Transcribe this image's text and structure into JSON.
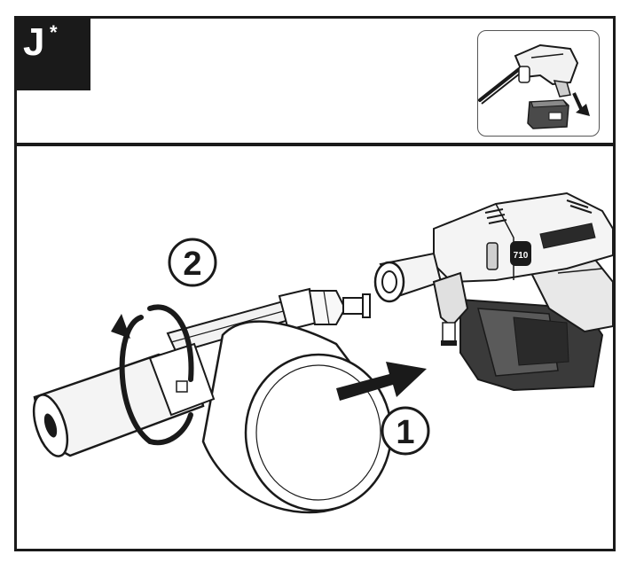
{
  "header": {
    "step_letter": "J",
    "step_mark": "*"
  },
  "main": {
    "callouts": [
      {
        "number": "1",
        "meaning": "push-on"
      },
      {
        "number": "2",
        "meaning": "rotate"
      }
    ],
    "device_label": "710"
  },
  "colors": {
    "ink": "#1a1a1a",
    "tab_background": "#1a1a1a",
    "tab_text": "#ffffff",
    "paper": "#ffffff"
  },
  "icons": [
    "push-arrow-icon",
    "rotate-arrow-icon",
    "removal-arrow-icon"
  ]
}
